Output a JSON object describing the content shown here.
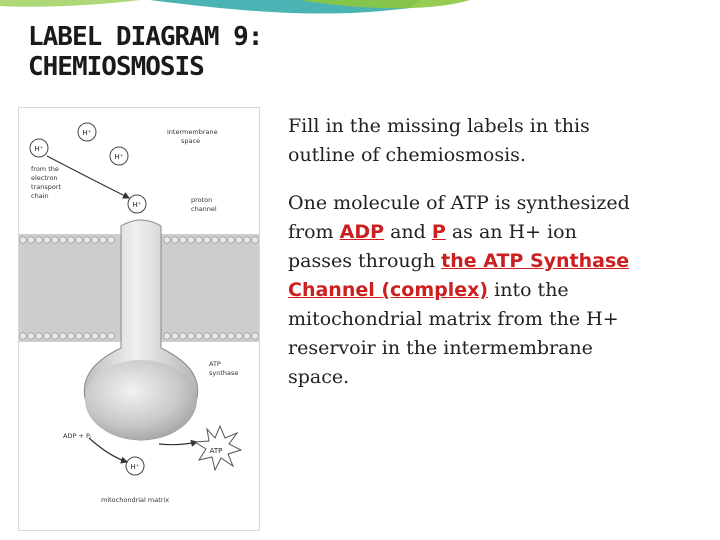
{
  "slide": {
    "title_line1": "LABEL DIAGRAM 9:",
    "title_line2": "CHEMIOSMOSIS"
  },
  "diagram": {
    "labels": {
      "intermembrane_space": [
        "intermembrane",
        "space"
      ],
      "from_etc": [
        "from the",
        "electron",
        "transport",
        "chain"
      ],
      "proton_channel": [
        "proton",
        "channel"
      ],
      "atp_synthase": [
        "ATP",
        "synthase"
      ],
      "adp_pi": "ADP + Pᵢ",
      "atp": "ATP",
      "mito_matrix": "mitochondrial matrix",
      "h_ion": "H⁺"
    }
  },
  "text": {
    "para1": "Fill in the missing labels in this outline of chemiosmosis.",
    "p2_part1": "One molecule of ATP is synthesized from ",
    "fill1": "ADP",
    "p2_part2": " and ",
    "fill2": "P",
    "p2_part3": " as an H+ ion passes through ",
    "fill3": "the ATP Synthase Channel (complex)",
    "p2_part4": " into the mitochondrial matrix from the H+ reservoir in the intermembrane space."
  },
  "colors": {
    "answer": "#cc1f1f",
    "membrane": "#c8c8c8",
    "synthase": "#cfcfcf",
    "accent_teal": "#1fa3a3",
    "accent_green": "#8cc63f"
  }
}
